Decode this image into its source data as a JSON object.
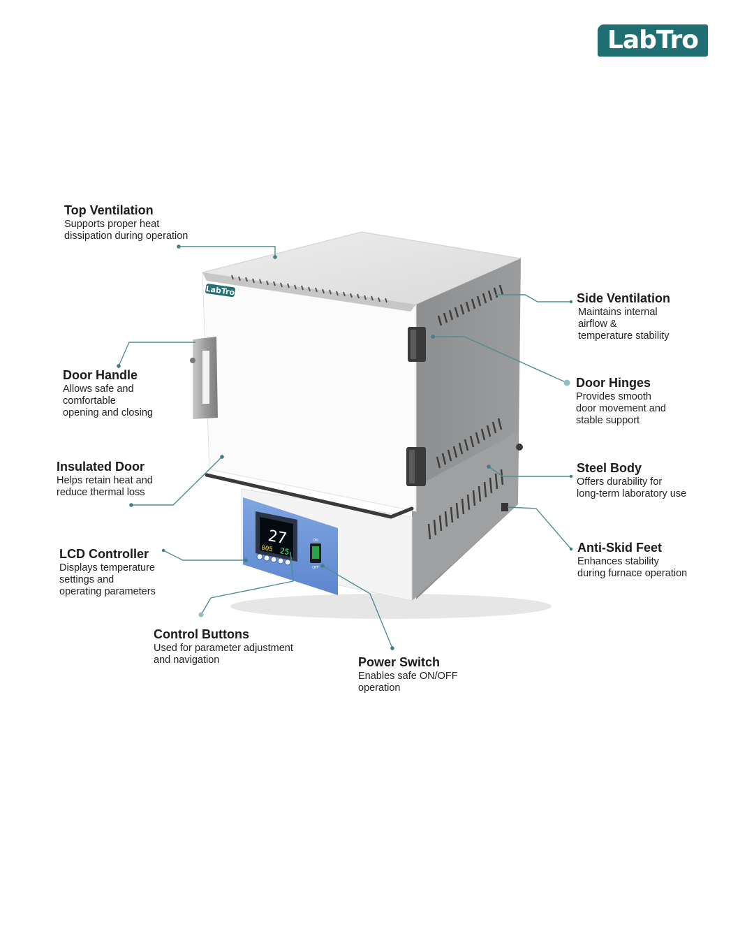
{
  "brand": {
    "logo_text": "LabTro",
    "door_logo_text": "LabTro",
    "accent_color": "#1f6f73"
  },
  "controller": {
    "display_top": "27",
    "display_bottom_left": "005",
    "display_bottom_right": "25",
    "switch_on": "ON",
    "switch_off": "OFF"
  },
  "callouts": {
    "top_ventilation": {
      "title": "Top Ventilation",
      "desc": "Supports proper heat\ndissipation during operation"
    },
    "side_ventilation": {
      "title": "Side Ventilation",
      "desc": "Maintains internal\nairflow &\ntemperature stability"
    },
    "door_handle": {
      "title": "Door Handle",
      "desc": "Allows safe and\ncomfortable\nopening and closing"
    },
    "door_hinges": {
      "title": "Door Hinges",
      "desc": "Provides smooth\ndoor movement and\nstable support"
    },
    "insulated_door": {
      "title": "Insulated Door",
      "desc": "Helps retain heat and\nreduce thermal loss"
    },
    "steel_body": {
      "title": "Steel Body",
      "desc": "Offers durability for\nlong-term laboratory use"
    },
    "lcd_controller": {
      "title": "LCD Controller",
      "desc": "Displays temperature\nsettings and\noperating parameters"
    },
    "anti_skid_feet": {
      "title": "Anti-Skid Feet",
      "desc": "Enhances stability\nduring furnace operation"
    },
    "control_buttons": {
      "title": "Control Buttons",
      "desc": "Used for parameter adjustment\nand navigation"
    },
    "power_switch": {
      "title": "Power Switch",
      "desc": "Enables safe ON/OFF\noperation"
    }
  }
}
